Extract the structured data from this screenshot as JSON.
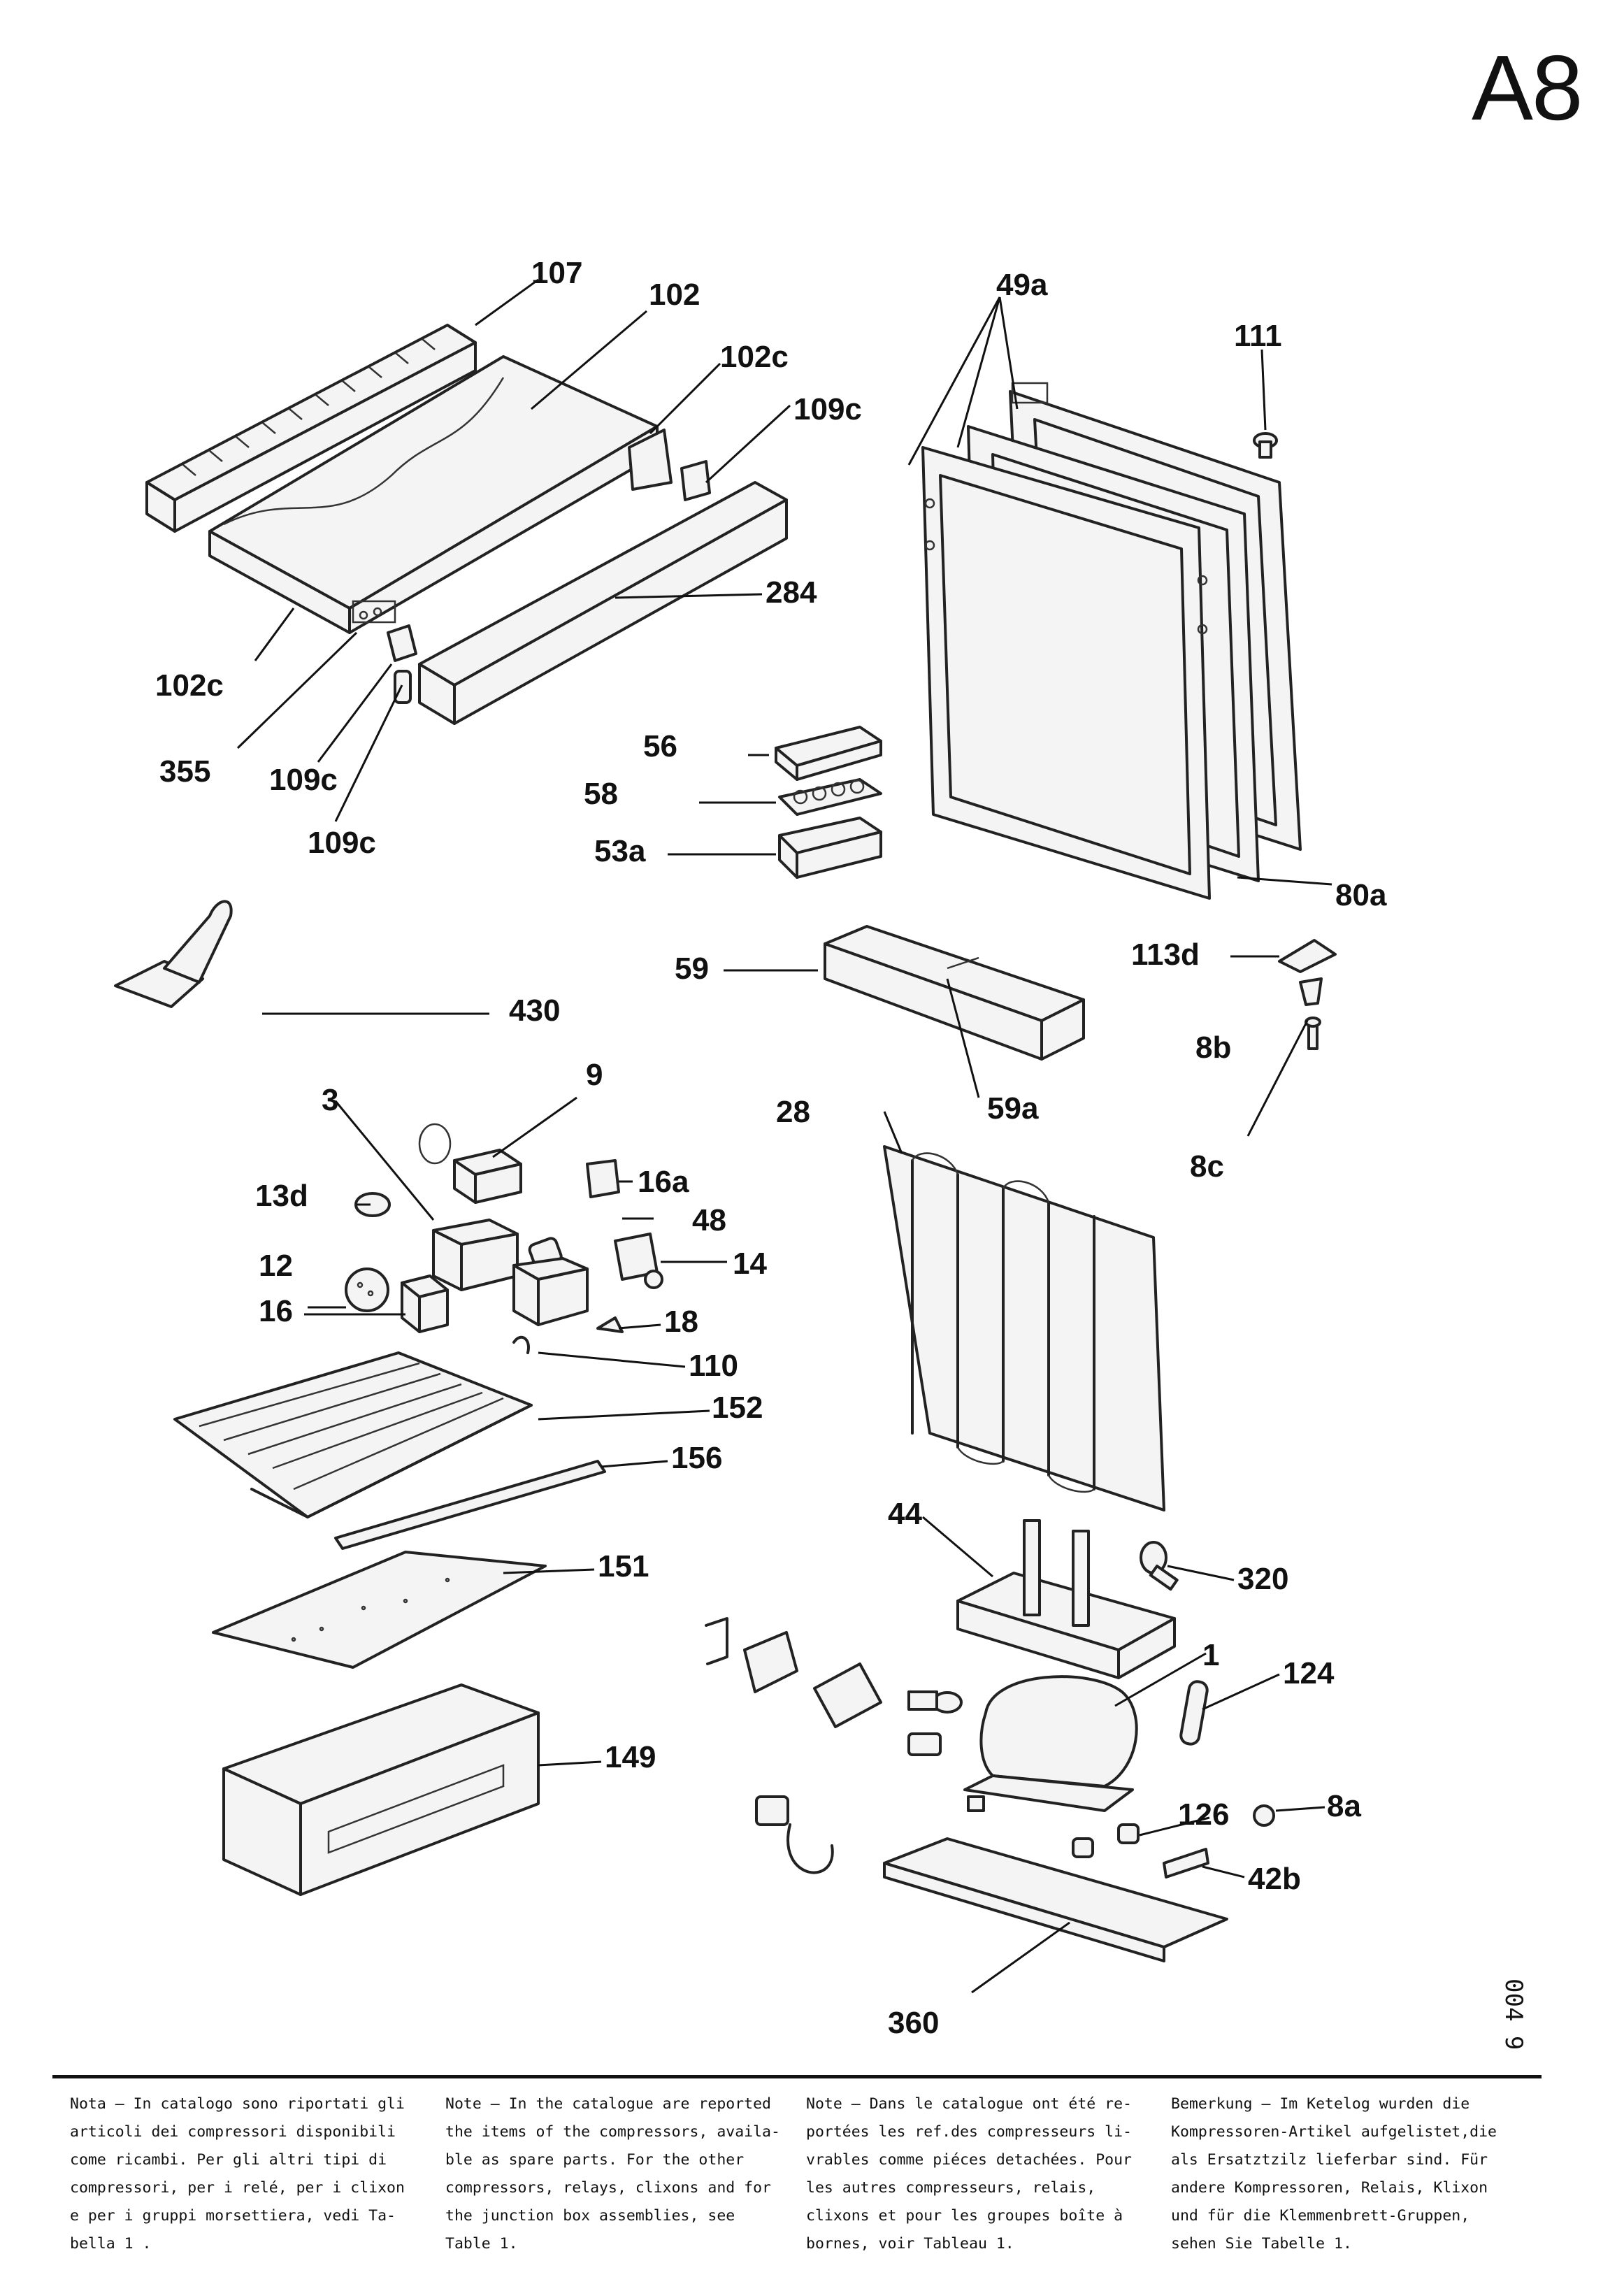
{
  "page": {
    "code": "A8",
    "margin_code": "004 9"
  },
  "callouts": [
    {
      "id": "c107",
      "num": "107",
      "sub": ""
    },
    {
      "id": "c102",
      "num": "102",
      "sub": ""
    },
    {
      "id": "c102c_top",
      "num": "102",
      "sub": "c"
    },
    {
      "id": "c109c_top",
      "num": "109",
      "sub": "c"
    },
    {
      "id": "c284",
      "num": "284",
      "sub": ""
    },
    {
      "id": "c102c_left",
      "num": "102",
      "sub": "c"
    },
    {
      "id": "c355",
      "num": "355",
      "sub": ""
    },
    {
      "id": "c109c_mid",
      "num": "109",
      "sub": "c"
    },
    {
      "id": "c109c_low",
      "num": "109",
      "sub": "c"
    },
    {
      "id": "c49a",
      "num": "49",
      "sub": "a"
    },
    {
      "id": "c111",
      "num": "111",
      "sub": ""
    },
    {
      "id": "c80a",
      "num": "80",
      "sub": "a"
    },
    {
      "id": "c56",
      "num": "56",
      "sub": ""
    },
    {
      "id": "c58",
      "num": "58",
      "sub": ""
    },
    {
      "id": "c53a",
      "num": "53",
      "sub": "a"
    },
    {
      "id": "c59",
      "num": "59",
      "sub": ""
    },
    {
      "id": "c59a",
      "num": "59",
      "sub": "a"
    },
    {
      "id": "c113d",
      "num": "113",
      "sub": "d"
    },
    {
      "id": "c8b",
      "num": "8",
      "sub": "b"
    },
    {
      "id": "c8c",
      "num": "8",
      "sub": "c"
    },
    {
      "id": "c430",
      "num": "430",
      "sub": ""
    },
    {
      "id": "c3",
      "num": "3",
      "sub": ""
    },
    {
      "id": "c9",
      "num": "9",
      "sub": ""
    },
    {
      "id": "c13d",
      "num": "13",
      "sub": "d"
    },
    {
      "id": "c16a",
      "num": "16",
      "sub": "a"
    },
    {
      "id": "c48",
      "num": "48",
      "sub": ""
    },
    {
      "id": "c14",
      "num": "14",
      "sub": ""
    },
    {
      "id": "c12",
      "num": "12",
      "sub": ""
    },
    {
      "id": "c16",
      "num": "16",
      "sub": ""
    },
    {
      "id": "c18",
      "num": "18",
      "sub": ""
    },
    {
      "id": "c110",
      "num": "110",
      "sub": ""
    },
    {
      "id": "c152",
      "num": "152",
      "sub": ""
    },
    {
      "id": "c156",
      "num": "156",
      "sub": ""
    },
    {
      "id": "c151",
      "num": "151",
      "sub": ""
    },
    {
      "id": "c149",
      "num": "149",
      "sub": ""
    },
    {
      "id": "c28",
      "num": "28",
      "sub": ""
    },
    {
      "id": "c44",
      "num": "44",
      "sub": ""
    },
    {
      "id": "c320",
      "num": "320",
      "sub": ""
    },
    {
      "id": "c1",
      "num": "1",
      "sub": ""
    },
    {
      "id": "c124",
      "num": "124",
      "sub": ""
    },
    {
      "id": "c126",
      "num": "126",
      "sub": ""
    },
    {
      "id": "c8a",
      "num": "8",
      "sub": "a"
    },
    {
      "id": "c42b",
      "num": "42",
      "sub": "b"
    },
    {
      "id": "c360",
      "num": "360",
      "sub": ""
    }
  ],
  "notes": [
    {
      "lang": "it",
      "text": "Nota – In catalogo sono riportati gli\narticoli dei compressori disponibili\ncome ricambi. Per gli altri tipi di\ncompressori, per i relé, per i clixon\ne per i gruppi morsettiera, vedi Ta-\nbella 1 ."
    },
    {
      "lang": "en",
      "text": "Note – In the catalogue are reported\nthe items of the compressors, availa-\nble as spare parts. For the other\ncompressors, relays, clixons and for\nthe junction box assemblies, see\nTable 1."
    },
    {
      "lang": "fr",
      "text": "Note – Dans le catalogue ont été re-\nportées les ref.des compresseurs li-\nvrables comme piéces detachées. Pour\nles autres compresseurs, relais,\nclixons et pour les groupes boîte à\nbornes, voir Tableau 1."
    },
    {
      "lang": "de",
      "text": "Bemerkung – Im Ketelog wurden die\nKompressoren-Artikel aufgelistet,die\nals Ersatztzilz lieferbar sind. Für\nandere Kompressoren, Relais, Klixon\nund für die Klemmenbrett-Gruppen,\nsehen Sie Tabelle 1."
    }
  ]
}
